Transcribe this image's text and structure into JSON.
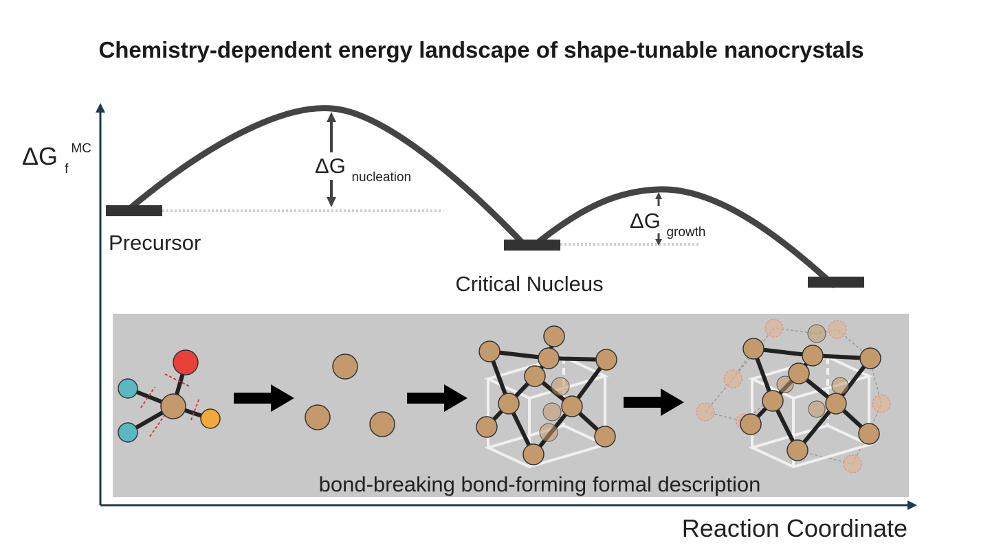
{
  "title": "Chemistry-dependent energy landscape of shape-tunable nanocrystals",
  "y_axis": {
    "symbol": "ΔG",
    "subscript": "f",
    "superscript": "MC"
  },
  "x_axis": {
    "label": "Reaction Coordinate"
  },
  "states": {
    "precursor": "Precursor",
    "critical_nucleus": "Critical Nucleus"
  },
  "barriers": {
    "nucleation": {
      "symbol": "ΔG",
      "subscript": "nucleation"
    },
    "growth": {
      "symbol": "ΔG",
      "subscript": "growth"
    }
  },
  "panel": {
    "caption": "bond-breaking bond-forming formal description"
  },
  "colors": {
    "axis": "#1e3a4c",
    "curve": "#444444",
    "level_bar": "#333333",
    "panel_bg": "#c9c8c8",
    "atom_metal": "#c49a6c",
    "atom_red": "#e8413a",
    "atom_teal": "#5bb8c2",
    "atom_orange": "#f2a93b",
    "bond": "#222222",
    "lattice": "#f0f0f0",
    "cut_mark": "#d23a3a"
  }
}
